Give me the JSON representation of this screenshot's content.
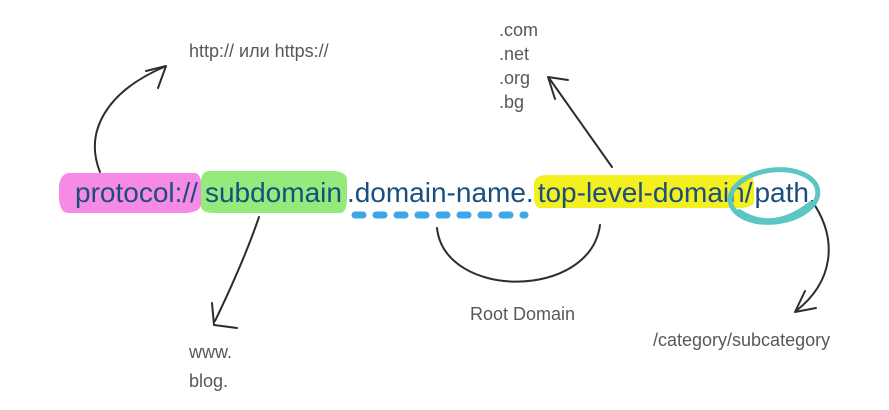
{
  "diagram": {
    "url": {
      "protocol": "protocol://",
      "subdomain": "subdomain",
      "root": ".domain-name.",
      "tld": "top-level-domain/",
      "path": "path"
    },
    "annotations": {
      "protocol_examples": "http:// или https://",
      "tld_examples": [
        ".com",
        ".net",
        ".org",
        ".bg"
      ],
      "subdomain_examples": [
        "www.",
        "blog."
      ],
      "root_domain_label": "Root Domain",
      "path_examples": "/category/subcategory"
    },
    "colors": {
      "url_text": "#1b4e7d",
      "highlight_protocol": "#f78ae4",
      "highlight_subdomain": "#94ea7b",
      "highlight_tld": "#f4ef1e",
      "root_dashes": "#3ea7e8",
      "path_circle": "#5cc7c2",
      "annotation_text": "#58585a",
      "arrows": "#2d2d2d"
    }
  }
}
